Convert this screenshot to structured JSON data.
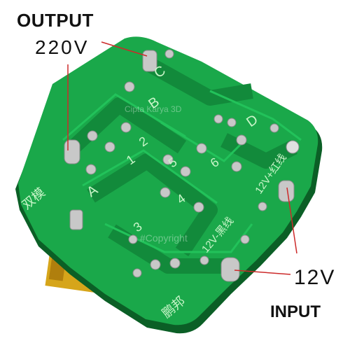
{
  "labels": {
    "output": "OUTPUT",
    "output_voltage": "220V",
    "input_voltage": "12V",
    "input": "INPUT"
  },
  "board": {
    "pad_letters": [
      "A",
      "B",
      "C",
      "D"
    ],
    "pad_numbers": [
      "1",
      "2",
      "3",
      "4",
      "5",
      "6"
    ],
    "wire_black": "12V-黑线",
    "wire_red": "12V+红线",
    "brand": "鹏邦",
    "model": "双模"
  },
  "watermark": {
    "line1": "Cipta Karya 3D",
    "line2": "#Copyright"
  },
  "colors": {
    "pcb_green": "#1aa84a",
    "pcb_dark": "#0f7a33",
    "solder": "#c8c8c8",
    "component_yellow": "#d6a51a",
    "pointer_red": "#cc2a2a"
  }
}
